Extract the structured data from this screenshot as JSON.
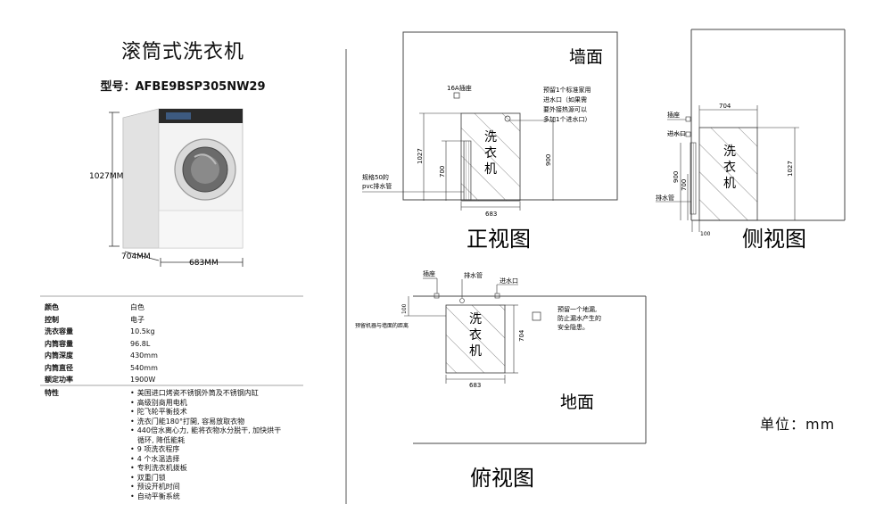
{
  "product": {
    "title": "滚筒式洗衣机",
    "model": "型号：AFBE9BSP305NW29"
  },
  "photo_dims": {
    "height": "1027MM",
    "depth": "704MM",
    "width": "683MM"
  },
  "specs": [
    {
      "k": "颜色",
      "v": "白色"
    },
    {
      "k": "控制",
      "v": "电子"
    },
    {
      "k": "洗衣容量",
      "v": "10.5kg"
    },
    {
      "k": "内筒容量",
      "v": "96.8L"
    },
    {
      "k": "内筒深度",
      "v": "430mm"
    },
    {
      "k": "内筒直径",
      "v": "540mm"
    },
    {
      "k": "额定功率",
      "v": "1900W"
    }
  ],
  "features": {
    "label": "特性",
    "items": [
      "美国进口烤瓷不锈钢外筒及不锈钢内缸",
      "高级别商用电机",
      "陀飞轮平衡技术",
      "洗衣门能180°打開, 容易放取衣物",
      "440倍水离心力, 能将衣物水分脱干, 加快烘干",
      "循环, 降低能耗",
      "9 项洗衣程序",
      "4 个水温选择",
      "专利洗衣机拨板",
      "双重门锁",
      "预设开机时间",
      "自动平衡系统"
    ]
  },
  "front_view": {
    "caption": "正视图",
    "wall": "墙面",
    "socket": "16A插座",
    "note": [
      "预留1个标准家用",
      "进水口（如果需",
      "要外接热源可以",
      "多加1个进水口）"
    ],
    "pipe": [
      "规格50的",
      "pvc排水管"
    ],
    "machine": [
      "洗",
      "衣",
      "机"
    ],
    "dims": {
      "h1027": "1027",
      "h700": "700",
      "h900": "900",
      "w683": "683"
    }
  },
  "side_view": {
    "caption": "侧视图",
    "socket": "插座",
    "inlet": "进水口",
    "drain": "排水管",
    "machine": [
      "洗",
      "衣",
      "机"
    ],
    "dims": {
      "w704": "704",
      "h900": "900",
      "h700": "700",
      "h1027": "1027",
      "b100": "100"
    }
  },
  "top_view": {
    "caption": "俯视图",
    "floor": "地面",
    "socket": "插座",
    "drain": "排水管",
    "inlet": "进水口",
    "gap": "预留机器与墙面的距离",
    "note": [
      "预留一个地漏,",
      "防止漏水产生的",
      "安全隐患。"
    ],
    "machine": [
      "洗",
      "衣",
      "机"
    ],
    "dims": {
      "d100": "100",
      "d704": "704",
      "w683": "683"
    }
  },
  "unit": "单位：mm"
}
